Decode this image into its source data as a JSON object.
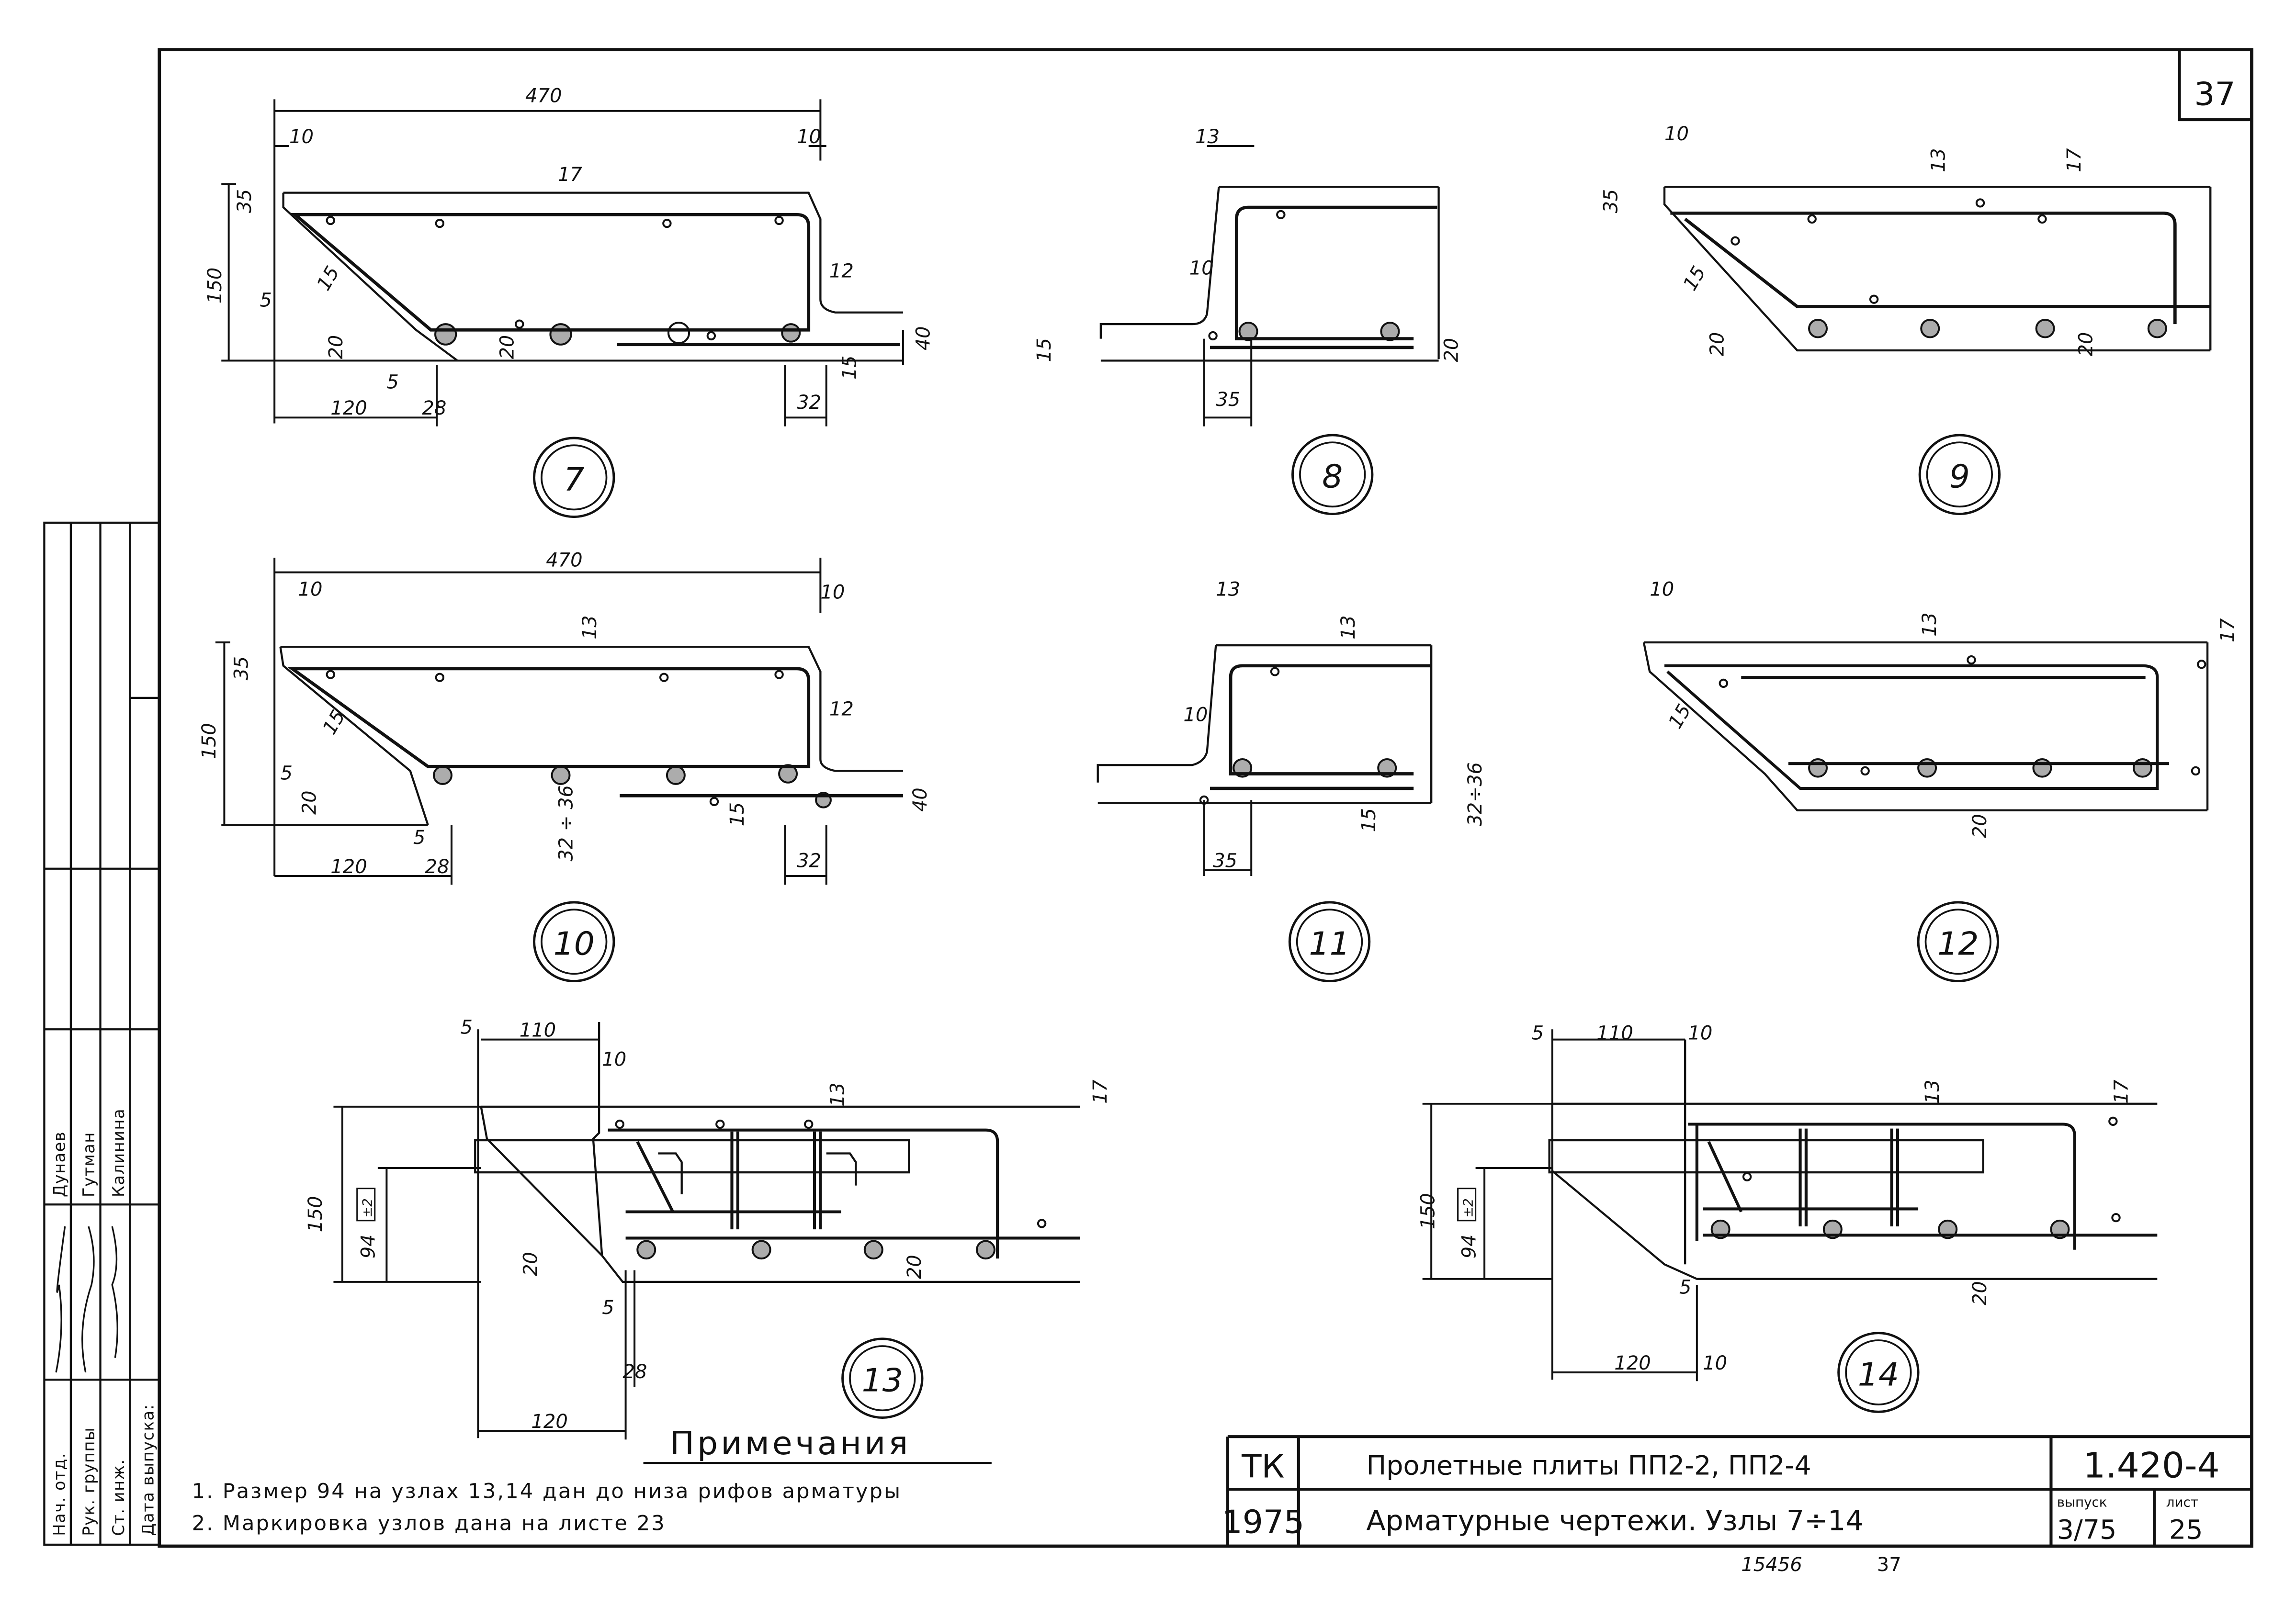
{
  "sheet": {
    "page_number": "37",
    "org": "ТК",
    "year": "1975",
    "title_line1": "Пролетные плиты ПП2-2, ПП2-4",
    "title_line2": "Арматурные чертежи. Узлы 7÷14",
    "code": "1.420-4",
    "issue_label": "выпуск",
    "issue_value": "3/75",
    "sheet_label": "лист",
    "sheet_value": "25",
    "bottom_number": "15456",
    "bottom_page": "37"
  },
  "notes": {
    "title": "Примечания",
    "items": [
      "1. Размер 94 на узлах 13,14 дан до низа рифов арматуры",
      "2. Маркировка узлов дана на листе 23"
    ]
  },
  "sidebar": {
    "roles": [
      "Нач. отд.",
      "Рук. группы",
      "Ст. инж.",
      "Дата выпуска:"
    ],
    "names": [
      "Дунаев",
      "Гутман",
      "Калинина"
    ]
  },
  "nodes": {
    "n7": "7",
    "n8": "8",
    "n9": "9",
    "n10": "10",
    "n11": "11",
    "n12": "12",
    "n13": "13",
    "n14": "14"
  },
  "dims": {
    "d470": "470",
    "d10": "10",
    "d17": "17",
    "d35": "35",
    "d150": "150",
    "d5": "5",
    "d15": "15",
    "d20": "20",
    "d120": "120",
    "d28": "28",
    "d12": "12",
    "d32": "32",
    "d40": "40",
    "d13": "13",
    "d110": "110",
    "d94": "94",
    "d2": "±2",
    "d32_36": "32 ÷ 36",
    "d32_36b": "32÷36"
  },
  "colors": {
    "ink": "#111111",
    "paper": "#ffffff"
  }
}
